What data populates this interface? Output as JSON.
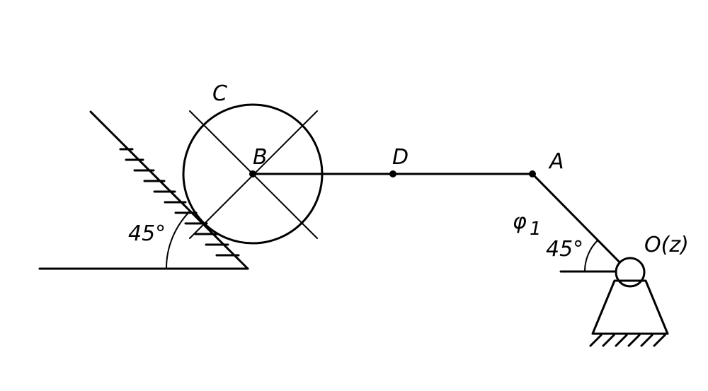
{
  "labels": {
    "C": "C",
    "B": "B",
    "D": "D",
    "A": "A",
    "phi": "φ",
    "phi_sub": "1",
    "O": "O(z)",
    "angle_left": "45°",
    "angle_right": "45°"
  }
}
